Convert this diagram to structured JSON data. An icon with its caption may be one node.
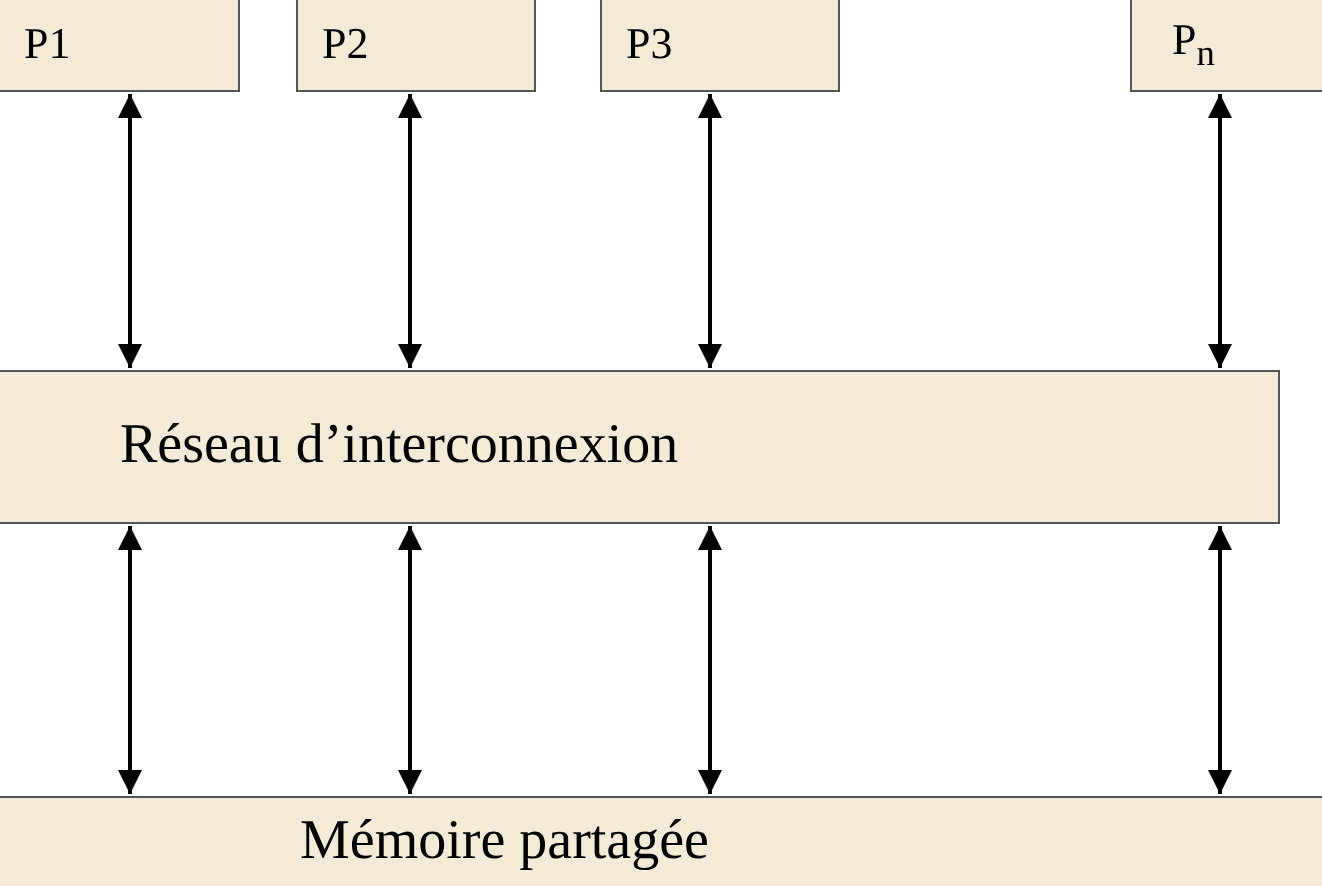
{
  "diagram": {
    "nodes": [
      {
        "text": [
          "P1"
        ]
      },
      {
        "text": [
          "P2"
        ]
      },
      {
        "text": [
          "P3"
        ]
      },
      {
        "text": [
          "P$_{n}$"
        ]
      },
      {
        "text": [
          "Réseau d’interconnexion"
        ]
      },
      {
        "text": [
          "Mémoire partagée"
        ]
      }
    ],
    "edges": [
      {
        "from": 0,
        "to": 4,
        "arrow": "both"
      },
      {
        "from": 1,
        "to": 4,
        "arrow": "both"
      },
      {
        "from": 2,
        "to": 4,
        "arrow": "both"
      },
      {
        "from": 3,
        "to": 4,
        "arrow": "both"
      },
      {
        "from": 4,
        "to": 5,
        "arrow": "both"
      },
      {
        "from": 4,
        "to": 5,
        "arrow": "both"
      },
      {
        "from": 4,
        "to": 5,
        "arrow": "both"
      },
      {
        "from": 4,
        "to": 5,
        "arrow": "both"
      }
    ]
  }
}
